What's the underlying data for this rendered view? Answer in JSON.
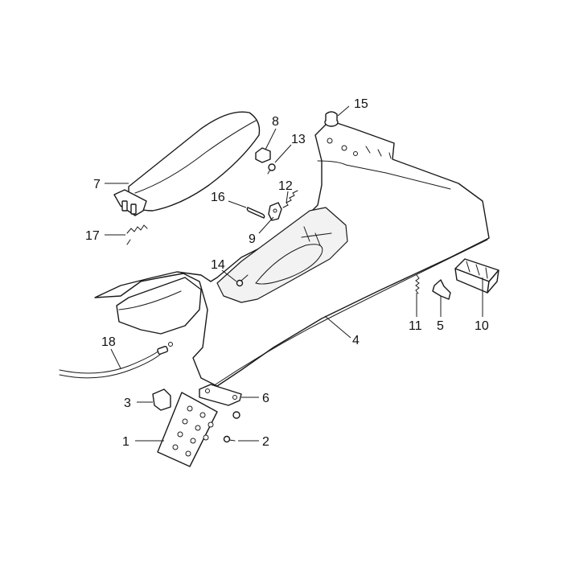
{
  "diagram": {
    "type": "exploded-parts-diagram",
    "callouts": {
      "c1": "1",
      "c2": "2",
      "c3": "3",
      "c4": "4",
      "c5": "5",
      "c6": "6",
      "c7": "7",
      "c8": "8",
      "c9": "9",
      "c10": "10",
      "c11": "11",
      "c12": "12",
      "c13": "13",
      "c14": "14",
      "c15": "15",
      "c16": "16",
      "c17": "17",
      "c18": "18"
    }
  }
}
